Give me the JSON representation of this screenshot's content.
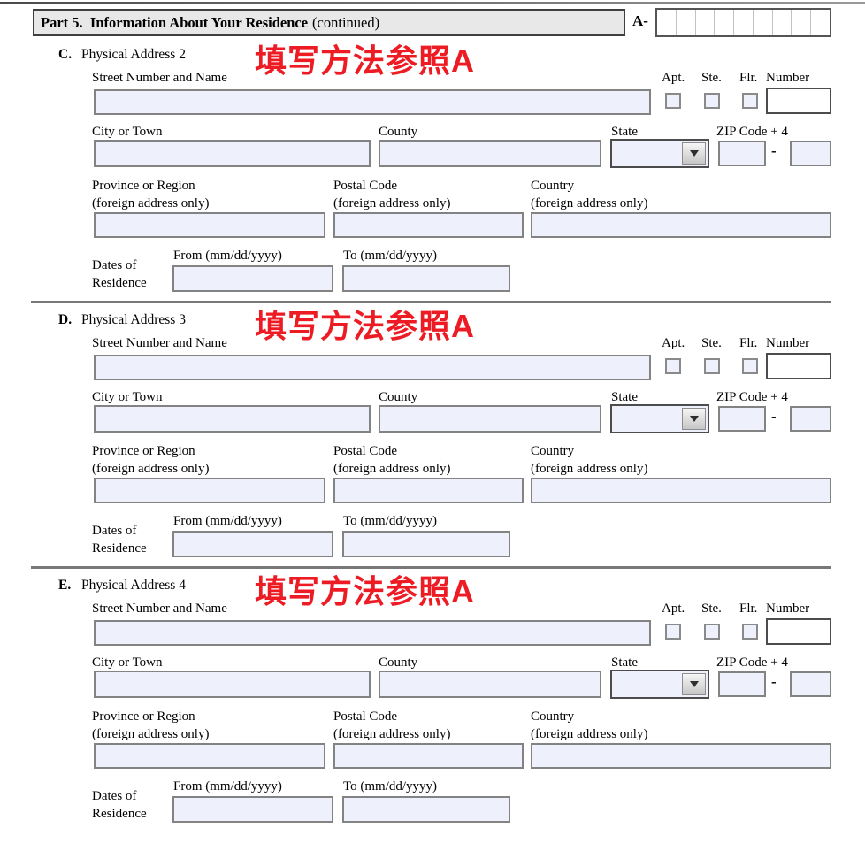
{
  "header": {
    "part_title": "Part 5.  Information About Your Residence",
    "continued": "(continued)",
    "a_number_prefix": "A-",
    "a_number_cells": 9,
    "a_number_value": ""
  },
  "labels": {
    "street": "Street Number and Name",
    "apt": "Apt.",
    "ste": "Ste.",
    "flr": "Flr.",
    "number": "Number",
    "city": "City or Town",
    "county": "County",
    "state": "State",
    "zip": "ZIP Code + 4",
    "zip_separator": "-",
    "province": "Province or Region",
    "postal": "Postal Code",
    "country": "Country",
    "foreign_only": "(foreign address only)",
    "dates_line1": "Dates of",
    "dates_line2": "Residence",
    "from": "From (mm/dd/yyyy)",
    "to": "To (mm/dd/yyyy)"
  },
  "sections": [
    {
      "letter": "C.",
      "title": "Physical Address 2",
      "annotation": "填写方法参照A",
      "values": {
        "street": "",
        "number": "",
        "apt_checked": false,
        "ste_checked": false,
        "flr_checked": false,
        "city": "",
        "county": "",
        "state": "",
        "zip": "",
        "zip4": "",
        "province": "",
        "postal": "",
        "country": "",
        "from": "",
        "to": ""
      }
    },
    {
      "letter": "D.",
      "title": "Physical Address 3",
      "annotation": "填写方法参照A",
      "values": {
        "street": "",
        "number": "",
        "apt_checked": false,
        "ste_checked": false,
        "flr_checked": false,
        "city": "",
        "county": "",
        "state": "",
        "zip": "",
        "zip4": "",
        "province": "",
        "postal": "",
        "country": "",
        "from": "",
        "to": ""
      }
    },
    {
      "letter": "E.",
      "title": "Physical Address 4",
      "annotation": "填写方法参照A",
      "values": {
        "street": "",
        "number": "",
        "apt_checked": false,
        "ste_checked": false,
        "flr_checked": false,
        "city": "",
        "county": "",
        "state": "",
        "zip": "",
        "zip4": "",
        "province": "",
        "postal": "",
        "country": "",
        "from": "",
        "to": ""
      }
    }
  ],
  "colors": {
    "annotation_red": "#ed1c24",
    "field_bg": "#eef0fb",
    "field_border": "#838383",
    "dark_border": "#4c4c4c",
    "header_bg": "#e8e8e8"
  }
}
